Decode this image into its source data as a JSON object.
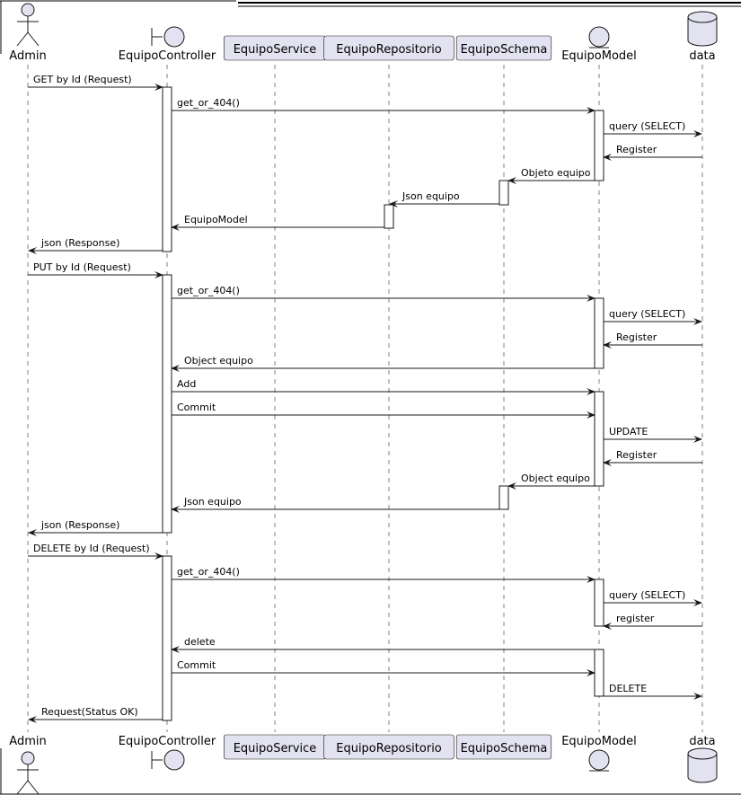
{
  "participants": [
    {
      "id": "admin",
      "label": "Admin",
      "kind": "actor"
    },
    {
      "id": "controller",
      "label": "EquipoController",
      "kind": "boundary"
    },
    {
      "id": "service",
      "label": "EquipoService",
      "kind": "participant"
    },
    {
      "id": "repo",
      "label": "EquipoRepositorio",
      "kind": "participant"
    },
    {
      "id": "schema",
      "label": "EquipoSchema",
      "kind": "participant"
    },
    {
      "id": "model",
      "label": "EquipoModel",
      "kind": "entity"
    },
    {
      "id": "data",
      "label": "data",
      "kind": "database"
    }
  ],
  "messages": [
    {
      "from": "admin",
      "to": "controller",
      "label": "GET by Id (Request)"
    },
    {
      "from": "controller",
      "to": "model",
      "label": "get_or_404()"
    },
    {
      "from": "model",
      "to": "data",
      "label": "query (SELECT)"
    },
    {
      "from": "data",
      "to": "model",
      "label": "Register"
    },
    {
      "from": "model",
      "to": "schema",
      "label": "Objeto equipo"
    },
    {
      "from": "schema",
      "to": "repo",
      "label": "Json equipo"
    },
    {
      "from": "repo",
      "to": "controller",
      "label": "EquipoModel"
    },
    {
      "from": "controller",
      "to": "admin",
      "label": "json (Response)"
    },
    {
      "from": "admin",
      "to": "controller",
      "label": "PUT by Id (Request)"
    },
    {
      "from": "controller",
      "to": "model",
      "label": "get_or_404()"
    },
    {
      "from": "model",
      "to": "data",
      "label": "query (SELECT)"
    },
    {
      "from": "data",
      "to": "model",
      "label": "Register"
    },
    {
      "from": "model",
      "to": "controller",
      "label": "Object equipo"
    },
    {
      "from": "controller",
      "to": "model",
      "label": "Add"
    },
    {
      "from": "controller",
      "to": "model",
      "label": "Commit"
    },
    {
      "from": "model",
      "to": "data",
      "label": "UPDATE"
    },
    {
      "from": "data",
      "to": "model",
      "label": "Register"
    },
    {
      "from": "model",
      "to": "schema",
      "label": "Object equipo"
    },
    {
      "from": "schema",
      "to": "controller",
      "label": "Json equipo"
    },
    {
      "from": "controller",
      "to": "admin",
      "label": "json (Response)"
    },
    {
      "from": "admin",
      "to": "controller",
      "label": "DELETE by Id (Request)"
    },
    {
      "from": "controller",
      "to": "model",
      "label": "get_or_404()"
    },
    {
      "from": "model",
      "to": "data",
      "label": "query (SELECT)"
    },
    {
      "from": "data",
      "to": "model",
      "label": "register"
    },
    {
      "from": "model",
      "to": "controller",
      "label": "delete"
    },
    {
      "from": "controller",
      "to": "model",
      "label": "Commit"
    },
    {
      "from": "model",
      "to": "data",
      "label": "DELETE"
    },
    {
      "from": "controller",
      "to": "admin",
      "label": "Request(Status OK)"
    }
  ],
  "colors": {
    "participant_fill": "#E2E2F0",
    "border": "#181818",
    "lifeline": "#808080",
    "activation_fill": "#FFFFFF"
  }
}
